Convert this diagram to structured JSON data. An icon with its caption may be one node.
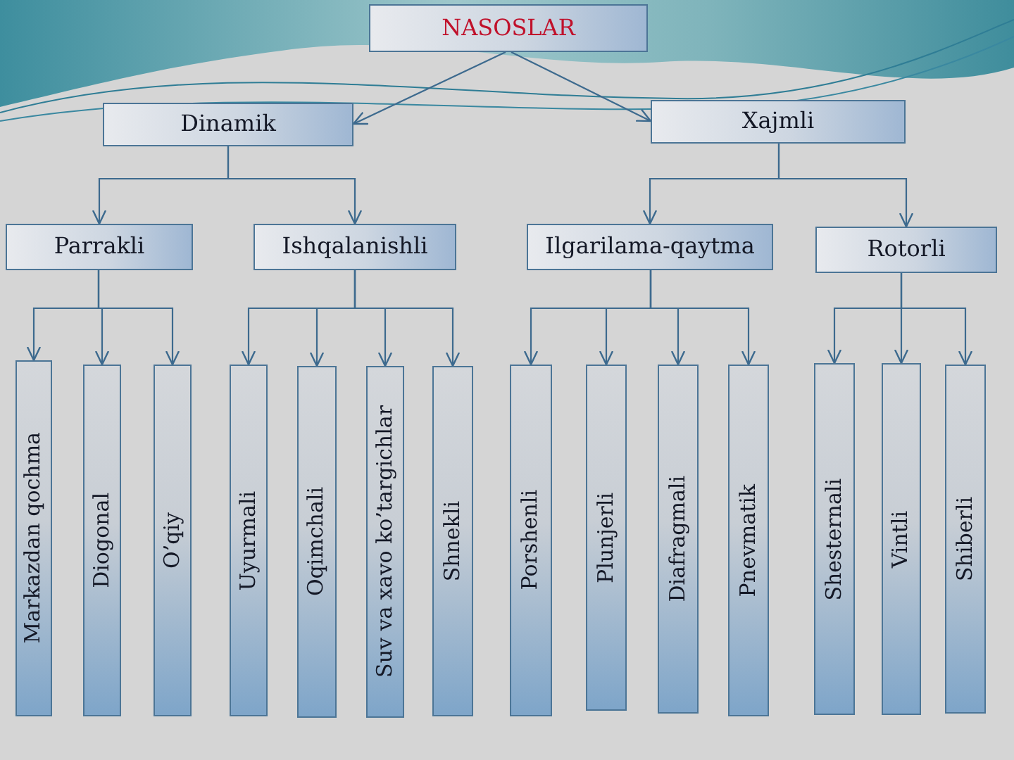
{
  "diagram": {
    "nodes": [
      {
        "text": [
          "NASOSLAR"
        ]
      },
      {
        "text": [
          "Dinamik"
        ]
      },
      {
        "text": [
          "Xajmli"
        ]
      },
      {
        "text": [
          "Parrakli"
        ]
      },
      {
        "text": [
          "Ishqalanishli"
        ]
      },
      {
        "text": [
          "Ilgarilama-qaytma"
        ]
      },
      {
        "text": [
          "Rotorli"
        ]
      },
      {
        "text": [
          "Markazdan qochma"
        ]
      },
      {
        "text": [
          "Diogonal"
        ]
      },
      {
        "text": [
          "O’qiy"
        ]
      },
      {
        "text": [
          "Uyurmali"
        ]
      },
      {
        "text": [
          "Oqimchali"
        ]
      },
      {
        "text": [
          "Suv va xavo ko’targichlar"
        ]
      },
      {
        "text": [
          "Shnekli"
        ]
      },
      {
        "text": [
          "Porshenli"
        ]
      },
      {
        "text": [
          "Plunjerli"
        ]
      },
      {
        "text": [
          "Diafragmali"
        ]
      },
      {
        "text": [
          "Pnevmatik"
        ]
      },
      {
        "text": [
          "Shesternali"
        ]
      },
      {
        "text": [
          "Vintli"
        ]
      },
      {
        "text": [
          "Shiberli"
        ]
      }
    ],
    "edges": [
      {
        "from": 0,
        "to": 1,
        "arrow": "to"
      },
      {
        "from": 0,
        "to": 2,
        "arrow": "to"
      },
      {
        "from": 1,
        "to": 3,
        "arrow": "to"
      },
      {
        "from": 1,
        "to": 4,
        "arrow": "to"
      },
      {
        "from": 2,
        "to": 5,
        "arrow": "to"
      },
      {
        "from": 2,
        "to": 6,
        "arrow": "to"
      },
      {
        "from": 3,
        "to": 7,
        "arrow": "to"
      },
      {
        "from": 3,
        "to": 8,
        "arrow": "to"
      },
      {
        "from": 3,
        "to": 9,
        "arrow": "to"
      },
      {
        "from": 4,
        "to": 10,
        "arrow": "to"
      },
      {
        "from": 4,
        "to": 11,
        "arrow": "to"
      },
      {
        "from": 4,
        "to": 12,
        "arrow": "to"
      },
      {
        "from": 4,
        "to": 13,
        "arrow": "to"
      },
      {
        "from": 5,
        "to": 14,
        "arrow": "to"
      },
      {
        "from": 5,
        "to": 15,
        "arrow": "to"
      },
      {
        "from": 5,
        "to": 16,
        "arrow": "to"
      },
      {
        "from": 5,
        "to": 17,
        "arrow": "to"
      },
      {
        "from": 6,
        "to": 18,
        "arrow": "to"
      },
      {
        "from": 6,
        "to": 19,
        "arrow": "to"
      },
      {
        "from": 6,
        "to": 20,
        "arrow": "to"
      }
    ]
  }
}
